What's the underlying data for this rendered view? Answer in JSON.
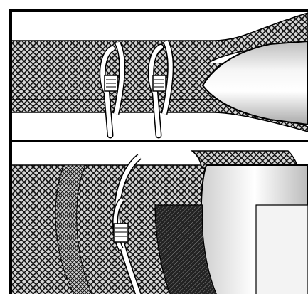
{
  "figure": {
    "panels": [
      {
        "id": "top-panel",
        "description_items": [
          "braided-sleeve",
          "metal-pipe",
          "cable-tie",
          "cable-tie"
        ]
      },
      {
        "id": "bottom-panel",
        "description_items": [
          "braided-sleeve-overlay",
          "metal-pipe-large",
          "cable-tie"
        ]
      }
    ],
    "colors": {
      "outline": "#000000",
      "background": "#ffffff",
      "mesh_dark": "#1a1a1a",
      "mesh_light": "#c8c8c8",
      "pipe_light": "#f4f4f4",
      "pipe_dark": "#b8b8b8",
      "tie": "#ffffff"
    }
  }
}
